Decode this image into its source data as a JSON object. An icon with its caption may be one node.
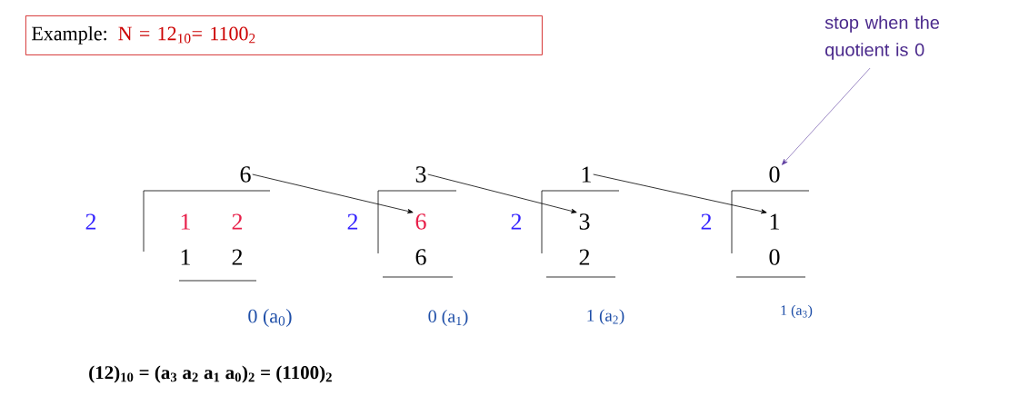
{
  "diagram": {
    "nodes": [
      {
        "text": [
          "Example:",
          "N = 12$_{10}$= 1100$_{2}$"
        ]
      },
      {
        "text": [
          "6"
        ]
      },
      {
        "text": [
          "3"
        ]
      },
      {
        "text": [
          "1"
        ]
      },
      {
        "text": [
          "0"
        ]
      },
      {
        "text": [
          "6"
        ]
      },
      {
        "text": [
          "3"
        ]
      },
      {
        "text": [
          "1"
        ]
      },
      {
        "text": [
          "stop when the quotient is 0"
        ]
      }
    ],
    "edges": [
      {
        "from": 1,
        "to": 5,
        "arrow": "to"
      },
      {
        "from": 2,
        "to": 6,
        "arrow": "to"
      },
      {
        "from": 3,
        "to": 7,
        "arrow": "to"
      },
      {
        "from": 8,
        "to": 4,
        "arrow": "to",
        "color": "#5b3a9e"
      }
    ],
    "labels": [
      "2",
      "1",
      "2",
      "2",
      "2",
      "2",
      "1",
      "2",
      "6",
      "2",
      "0",
      "0  (a$_{0}$)",
      "0  (a$_{1}$)",
      "1  (a$_{2}$)",
      "1  (a$_{3}$)",
      "(12)$_{10}$ = (a$_{3}$ a$_{2}$ a$_{1}$ a$_{0}$)$_{2}$ = (1100)$_{2}$"
    ]
  }
}
